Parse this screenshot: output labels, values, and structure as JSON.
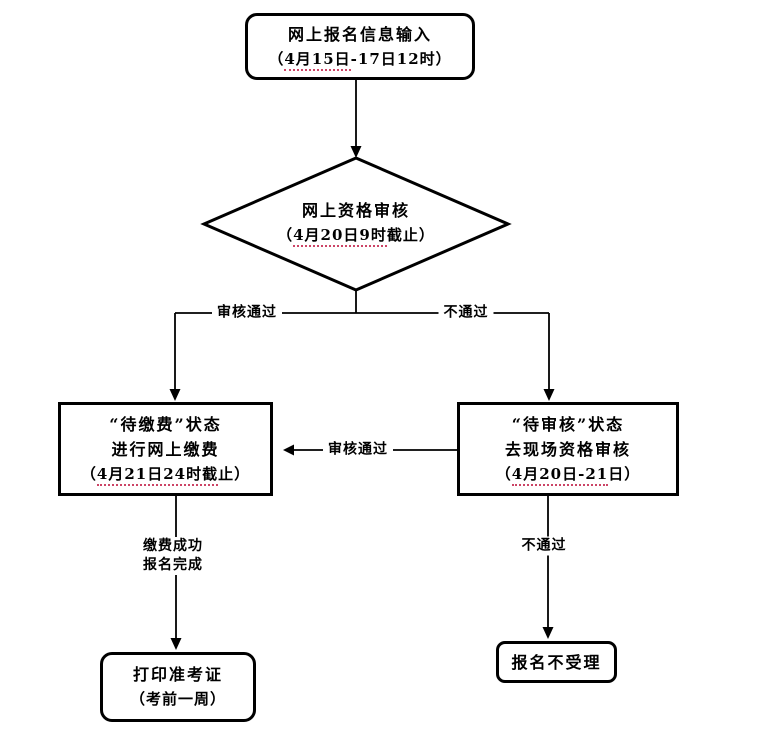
{
  "colors": {
    "line": "#000000",
    "underline": "#cc4466",
    "background": "#ffffff"
  },
  "nodes": {
    "start": {
      "line1": "网上报名信息输入",
      "date_pre": "（",
      "date_u": "4月15日",
      "date_post": "-17日12时）"
    },
    "decision": {
      "line1": "网上资格审核",
      "date_pre": "（",
      "date_u": "4月20日9时",
      "date_post": "截止）"
    },
    "pay": {
      "line1": "“待缴费”状态",
      "line2": "进行网上缴费",
      "date_pre": "（",
      "date_u": "4月21日24时截",
      "date_post": "止）"
    },
    "review": {
      "line1": "“待审核”状态",
      "line2": "去现场资格审核",
      "date_pre": "（",
      "date_u": "4月20日-21",
      "date_post": "日）"
    },
    "print": {
      "line1": "打印准考证",
      "line2": "（考前一周）"
    },
    "reject": {
      "line1": "报名不受理"
    }
  },
  "edge_labels": {
    "approved_left": "审核通过",
    "not_approved_right": "不通过",
    "approved_mid": "审核通过",
    "pay_success_line1": "缴费成功",
    "pay_success_line2": "报名完成",
    "not_approved_down": "不通过"
  }
}
